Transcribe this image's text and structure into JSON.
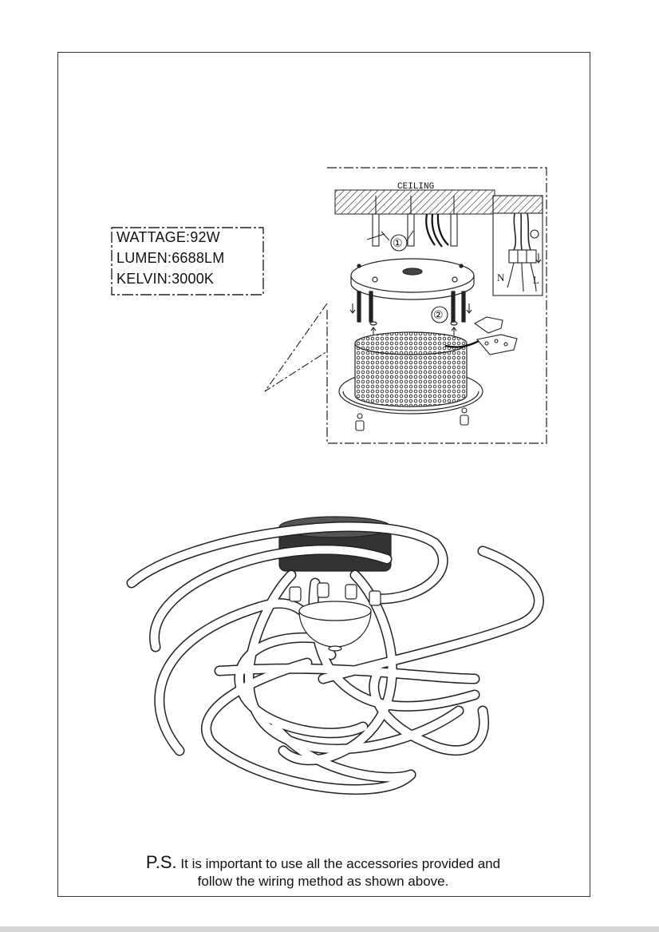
{
  "specs": {
    "wattage": "WATTAGE:92W",
    "lumen": "LUMEN:6688LM",
    "kelvin": "KELVIN:3000K"
  },
  "diagram": {
    "ceiling_label": "CEILING",
    "step1": "①",
    "step2": "②",
    "neutral_label": "N",
    "live_label": "L"
  },
  "note": {
    "prefix": "P.S.",
    "line1": "It is important to use all the accessories provided and",
    "line2": "follow the wiring method as shown above."
  }
}
